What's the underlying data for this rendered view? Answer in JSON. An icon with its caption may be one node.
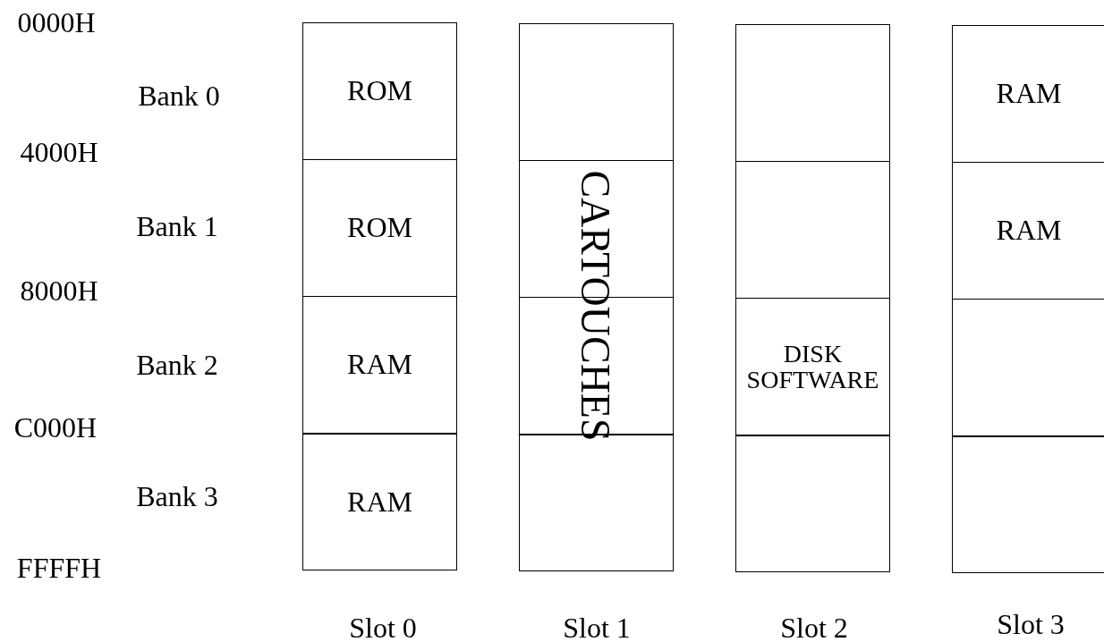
{
  "diagram": {
    "nodes": [
      {
        "text": [
          "ROM"
        ]
      },
      {
        "text": [
          "ROM"
        ]
      },
      {
        "text": [
          "RAM"
        ]
      },
      {
        "text": [
          "RAM"
        ]
      },
      {
        "text": [],
        "shape": "box"
      },
      {
        "text": [],
        "shape": "box"
      },
      {
        "text": [],
        "shape": "box"
      },
      {
        "text": [],
        "shape": "box"
      },
      {
        "text": [],
        "shape": "box"
      },
      {
        "text": [],
        "shape": "box"
      },
      {
        "text": [
          "DISK SOFTWARE"
        ]
      },
      {
        "text": [],
        "shape": "box"
      },
      {
        "text": [
          "RAM"
        ]
      },
      {
        "text": [
          "RAM"
        ]
      },
      {
        "text": [],
        "shape": "box"
      },
      {
        "text": [],
        "shape": "box"
      }
    ],
    "edges": [],
    "labels": [
      "0000H",
      "Bank 0",
      "4000H",
      "Bank 1",
      "8000H",
      "Bank 2",
      "C000H",
      "Bank 3",
      "FFFFH",
      "CARTOUCHES",
      "Slot 0",
      "Slot 1",
      "Slot 2",
      "Slot 3"
    ]
  }
}
